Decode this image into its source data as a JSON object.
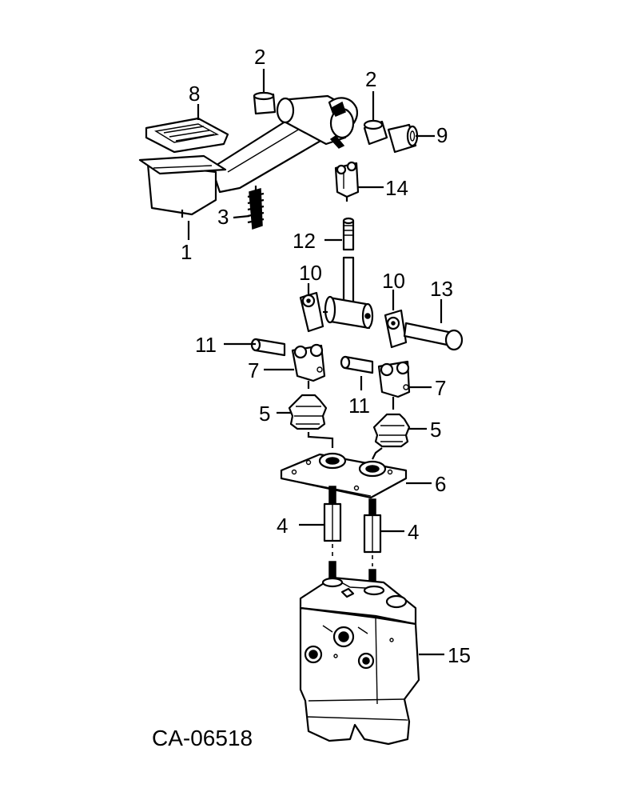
{
  "diagram": {
    "drawing_code": "CA-06518",
    "callouts": {
      "c1": "1",
      "c2a": "2",
      "c2b": "2",
      "c3": "3",
      "c4a": "4",
      "c4b": "4",
      "c5a": "5",
      "c5b": "5",
      "c6": "6",
      "c7a": "7",
      "c7b": "7",
      "c8": "8",
      "c9": "9",
      "c10a": "10",
      "c10b": "10",
      "c11a": "11",
      "c11b": "11",
      "c12": "12",
      "c13": "13",
      "c14": "14",
      "c15": "15"
    },
    "colors": {
      "ink": "#000000",
      "paper": "#ffffff"
    }
  }
}
